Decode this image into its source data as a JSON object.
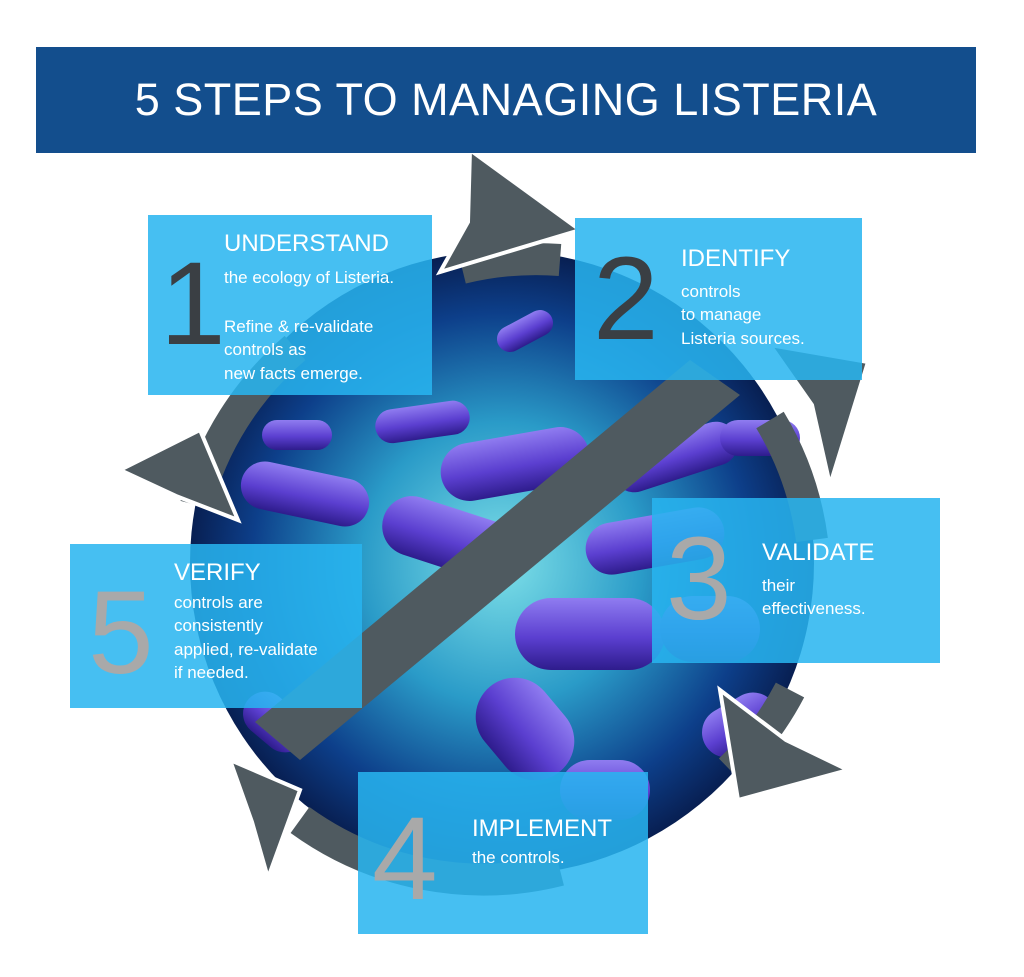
{
  "title": "5 STEPS TO MANAGING LISTERIA",
  "colors": {
    "banner": "#134e8d",
    "box": "#28b4f0",
    "arrow": "#4f5a60",
    "number_dark": "#3a3f44",
    "number_light": "#a9a9a9",
    "bacteria": "#6a4fd8"
  },
  "steps": [
    {
      "number": "1",
      "heading": "UNDERSTAND",
      "lines": [
        "the ecology of Listeria."
      ],
      "note_lines": [
        "Refine & re-validate",
        "controls as",
        "new facts emerge."
      ]
    },
    {
      "number": "2",
      "heading": "IDENTIFY",
      "lines": [
        "controls",
        "to manage",
        "Listeria sources."
      ]
    },
    {
      "number": "3",
      "heading": "VALIDATE",
      "lines": [
        "their",
        "effectiveness."
      ]
    },
    {
      "number": "4",
      "heading": "IMPLEMENT",
      "lines": [
        "the controls."
      ]
    },
    {
      "number": "5",
      "heading": "VERIFY",
      "lines": [
        "controls are",
        "consistently",
        "applied, re-validate",
        "if needed."
      ]
    }
  ]
}
